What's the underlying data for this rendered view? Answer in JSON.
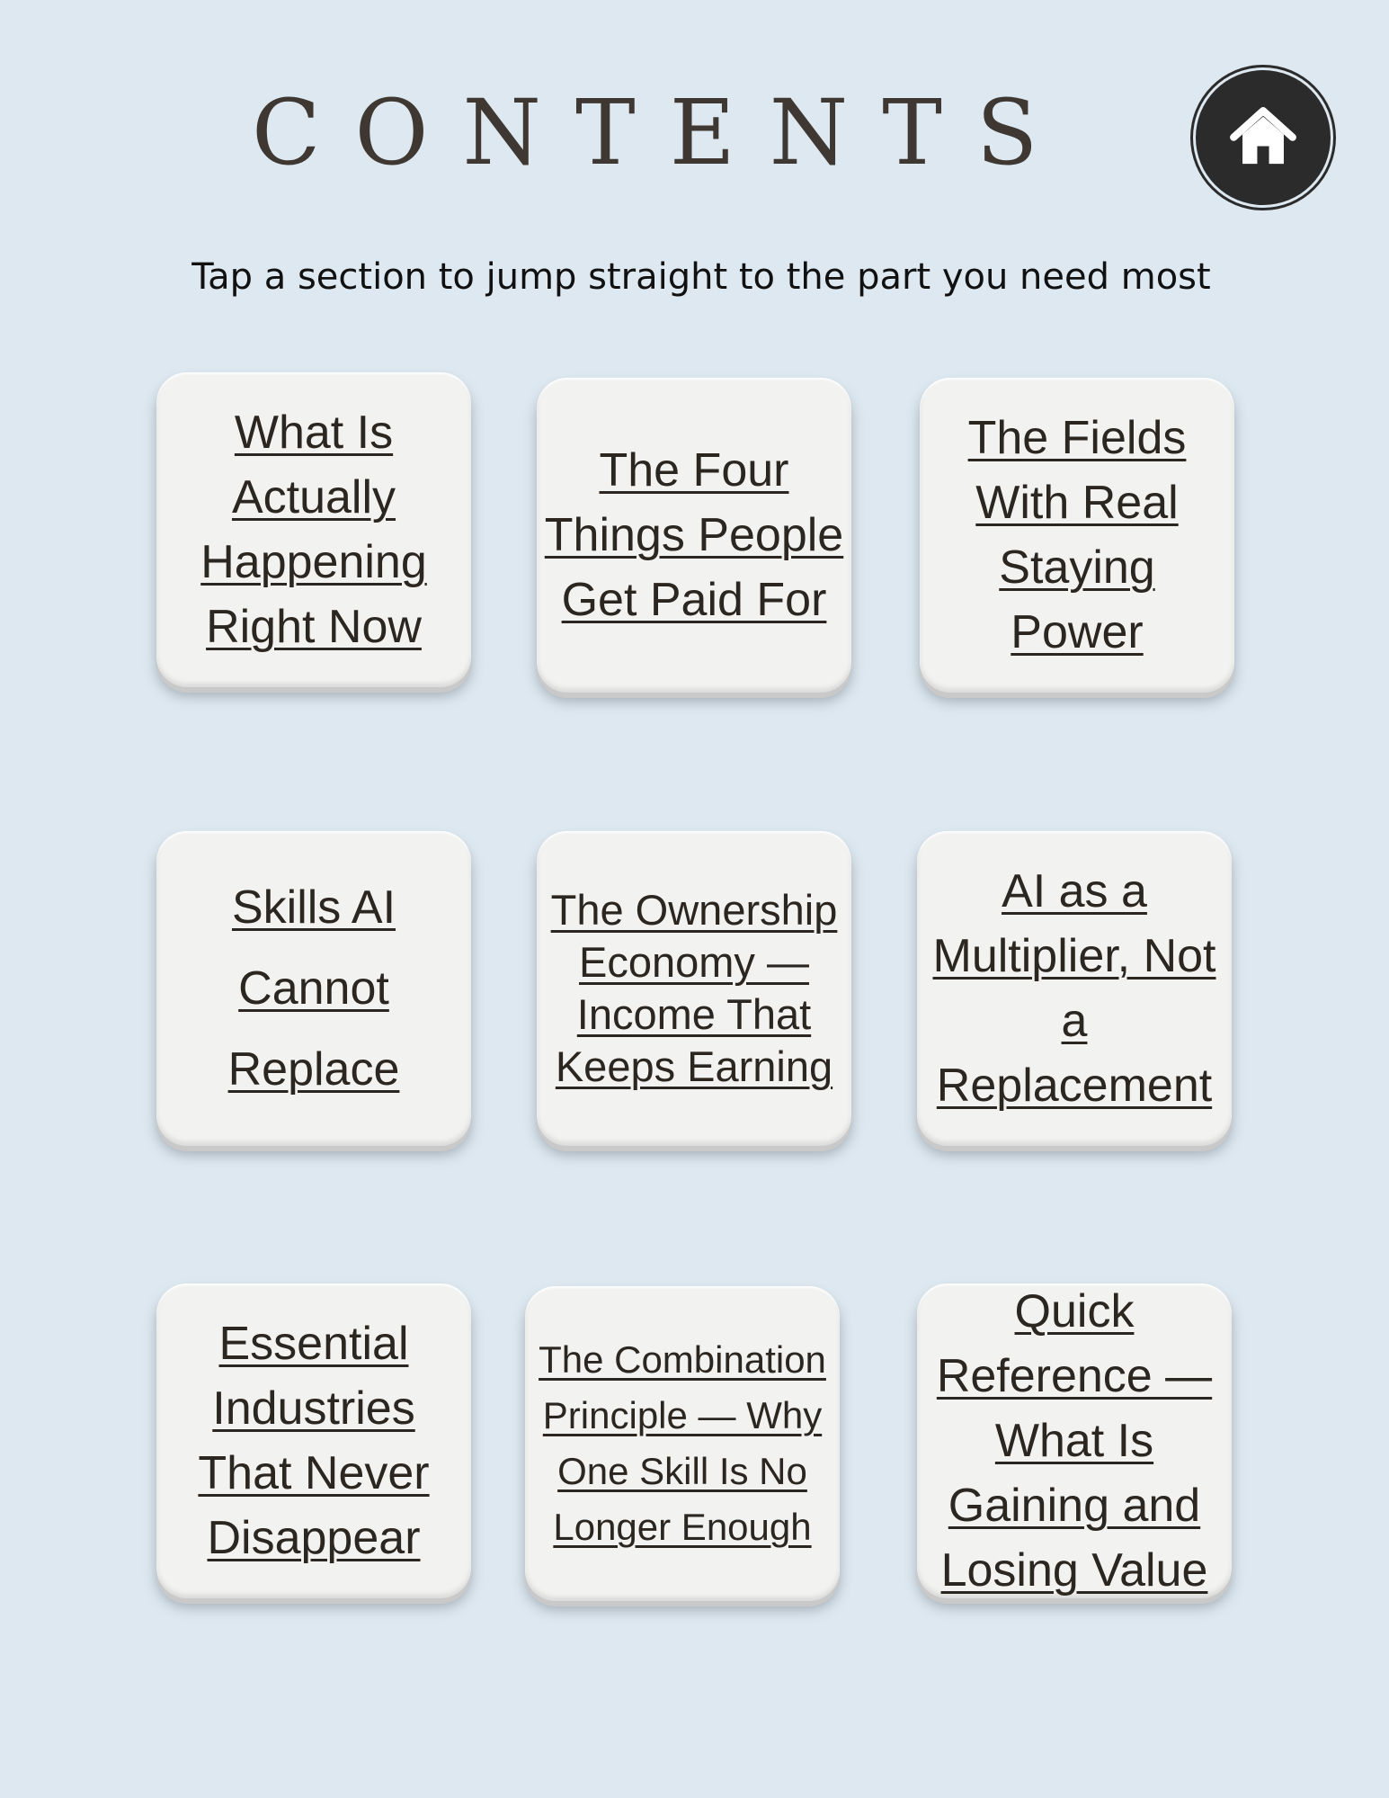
{
  "header": {
    "title": "CONTENTS",
    "home_icon": "home-icon"
  },
  "subtitle": "Tap a section to jump straight to the part you need most",
  "sections": [
    {
      "label": "What Is Actually Happening Right Now"
    },
    {
      "label": "The Four Things People Get Paid For"
    },
    {
      "label": "The Fields With Real Staying Power"
    },
    {
      "label": "Skills AI Cannot Replace"
    },
    {
      "label": "The Ownership Economy — Income That Keeps Earning"
    },
    {
      "label": "AI as a Multiplier, Not a Replacement"
    },
    {
      "label": "Essential Industries That Never Disappear"
    },
    {
      "label": "The Combination Principle — Why One Skill Is No Longer Enough"
    },
    {
      "label": "Quick Reference — What Is Gaining and Losing Value"
    }
  ]
}
